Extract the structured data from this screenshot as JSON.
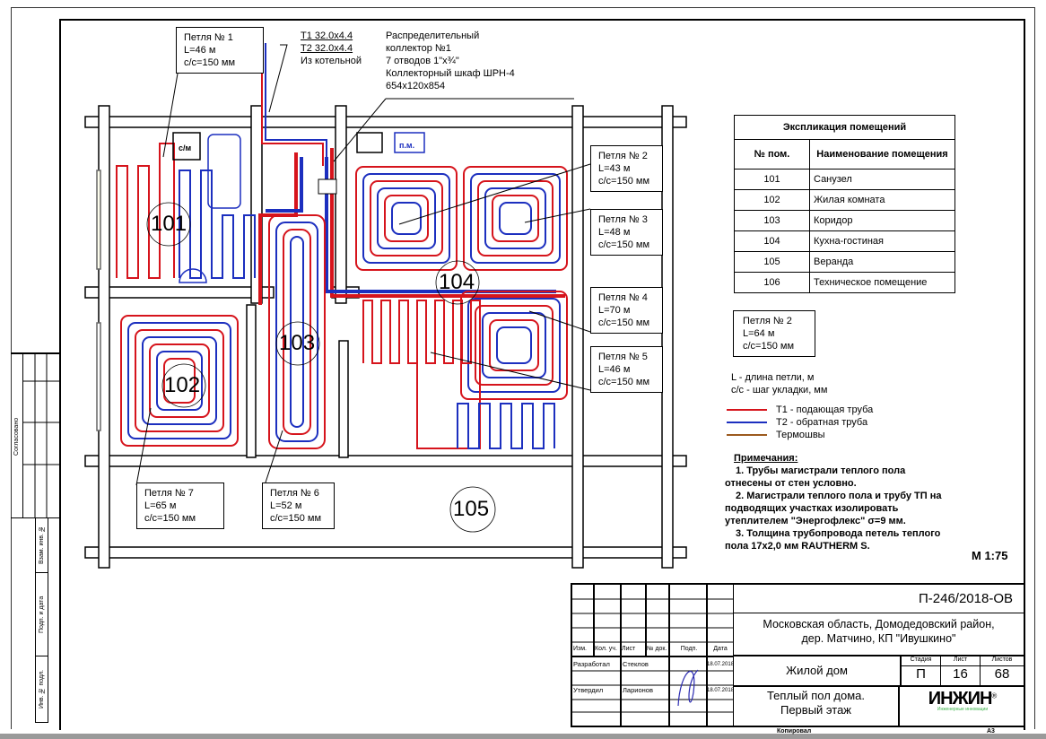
{
  "drawing": {
    "scale": "М 1:75",
    "format": "A3",
    "copied_label": "Копировал"
  },
  "colors": {
    "supply": "#d6141c",
    "return": "#1c2fbf",
    "thermal_seam": "#9c5a1e",
    "logo_green": "#3cb44a"
  },
  "rooms": [
    {
      "num": "101"
    },
    {
      "num": "102"
    },
    {
      "num": "103"
    },
    {
      "num": "104"
    },
    {
      "num": "105"
    }
  ],
  "fixtures": {
    "washing_machine": "с/м",
    "dishwasher": "п.м."
  },
  "loops": [
    {
      "name": "Петля № 1",
      "length": "L=46 м",
      "step": "с/с=150 мм"
    },
    {
      "name": "Петля № 2",
      "length": "L=43 м",
      "step": "с/с=150 мм"
    },
    {
      "name": "Петля № 3",
      "length": "L=48 м",
      "step": "с/с=150 мм"
    },
    {
      "name": "Петля № 4",
      "length": "L=70 м",
      "step": "с/с=150 мм"
    },
    {
      "name": "Петля № 5",
      "length": "L=46 м",
      "step": "с/с=150 мм"
    },
    {
      "name": "Петля № 6",
      "length": "L=52 м",
      "step": "с/с=150 мм"
    },
    {
      "name": "Петля № 7",
      "length": "L=65 м",
      "step": "с/с=150 мм"
    }
  ],
  "legend_example": {
    "name": "Петля № 2",
    "length": "L=64 м",
    "step": "с/с=150 мм"
  },
  "supply_annotation": {
    "t1": "Т1 32.0х4.4",
    "t2": "Т2 32.0х4.4",
    "source": "Из котельной"
  },
  "collector_annotation": {
    "line1": "Распределительный",
    "line2": "коллектор №1",
    "line3": "7 отводов 1\"х¾\"",
    "line4": "Коллекторный шкаф ШРН-4",
    "line5": "654х120х854"
  },
  "explication": {
    "title": "Экспликация помещений",
    "col_num": "№ пом.",
    "col_name": "Наименование помещения",
    "rows": [
      {
        "num": "101",
        "name": "Санузел"
      },
      {
        "num": "102",
        "name": "Жилая комната"
      },
      {
        "num": "103",
        "name": "Коридор"
      },
      {
        "num": "104",
        "name": "Кухна-гостиная"
      },
      {
        "num": "105",
        "name": "Веранда"
      },
      {
        "num": "106",
        "name": "Техническое помещение"
      }
    ]
  },
  "legend": {
    "l_desc": "L - длина петли, м",
    "cc_desc": "с/с - шаг укладки, мм",
    "items": [
      {
        "label": "Т1 - подающая труба"
      },
      {
        "label": "Т2 - обратная труба"
      },
      {
        "label": "Термошвы"
      }
    ]
  },
  "notes": {
    "title": "Примечания:",
    "items": [
      "1.    Трубы магистрали теплого пола отнесены от стен условно.",
      "2.    Магистрали теплого пола и трубу ТП на подводящих участках изолировать утеплителем \"Энергофлекс\" σ=9 мм.",
      "3.    Толщина трубопровода петель теплого пола 17х2,0 мм RAUTHERM S."
    ]
  },
  "title_block": {
    "code": "П-246/2018-ОВ",
    "location": "Московская область, Домодедовский район, дер. Матчино, КП \"Ивушкино\"",
    "object": "Жилой дом",
    "sheet_title": "Теплый пол дома. Первый этаж",
    "stage_label": "Стадия",
    "sheet_label": "Лист",
    "sheets_label": "Листов",
    "stage": "П",
    "sheet": "16",
    "sheets": "68",
    "headers": [
      "Изм.",
      "Кол. уч.",
      "Лист",
      "№ док.",
      "Подп.",
      "Дата"
    ],
    "developed_label": "Разработал",
    "developed_by": "Стеклов",
    "developed_date": "18.07.2018",
    "approved_label": "Утвердил",
    "approved_by": "Ларионов",
    "approved_date": "18.07.2018",
    "logo_text": "ИНЖИН",
    "logo_sub": "Инженерные инновации",
    "logo_reg": "®"
  },
  "side_stamp": {
    "agreed": "Согласовано",
    "inv_replace": "Взам. инв. №",
    "sign_date": "Подп. и дата",
    "inv_orig": "Инв. № подл."
  }
}
